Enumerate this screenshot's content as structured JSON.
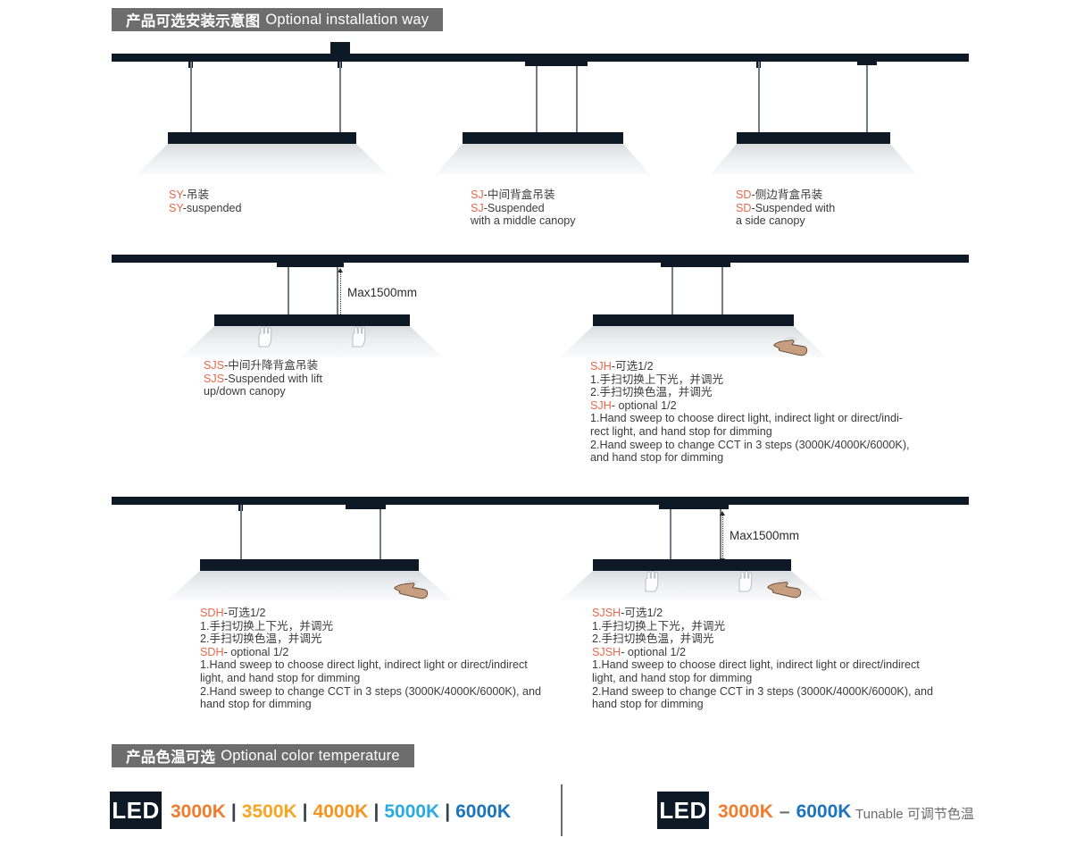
{
  "sections": {
    "install": {
      "cn": "产品可选安装示意图",
      "en": "Optional installation way"
    },
    "cct": {
      "cn": "产品色温可选",
      "en": "Optional color temperature"
    }
  },
  "dimension_label": "Max1500mm",
  "diagrams": [
    {
      "id": "sy",
      "code": "SY",
      "lines": [
        {
          "code": "SY",
          "text": "-吊装"
        },
        {
          "code": "SY",
          "text": "-suspended"
        }
      ]
    },
    {
      "id": "sj",
      "code": "SJ",
      "lines": [
        {
          "code": "SJ",
          "text": "-中间背盒吊装"
        },
        {
          "code": "SJ",
          "text": "-Suspended"
        },
        {
          "code": "",
          "text": "with a middle canopy"
        }
      ]
    },
    {
      "id": "sd",
      "code": "SD",
      "lines": [
        {
          "code": "SD",
          "text": "-侧边背盒吊装"
        },
        {
          "code": "SD",
          "text": "-Suspended with"
        },
        {
          "code": "",
          "text": "a side canopy"
        }
      ]
    },
    {
      "id": "sjs",
      "code": "SJS",
      "lines": [
        {
          "code": "SJS",
          "text": "-中间升降背盒吊装"
        },
        {
          "code": "SJS",
          "text": "-Suspended with lift"
        },
        {
          "code": "",
          "text": "up/down canopy"
        }
      ]
    },
    {
      "id": "sjh",
      "code": "SJH",
      "lines": [
        {
          "code": "SJH",
          "text": "-可选1/2"
        },
        {
          "code": "",
          "text": "1.手扫切换上下光，并调光"
        },
        {
          "code": "",
          "text": "2.手扫切换色温，并调光"
        },
        {
          "code": "SJH",
          "text": "- optional 1/2"
        },
        {
          "code": "",
          "text": "1.Hand sweep to choose direct light, indirect light or direct/indi-"
        },
        {
          "code": "",
          "text": "rect light, and hand stop for dimming"
        },
        {
          "code": "",
          "text": "2.Hand sweep to change CCT in 3 steps (3000K/4000K/6000K),"
        },
        {
          "code": "",
          "text": "and hand stop for dimming"
        }
      ]
    },
    {
      "id": "sdh",
      "code": "SDH",
      "lines": [
        {
          "code": "SDH",
          "text": "-可选1/2"
        },
        {
          "code": "",
          "text": "1.手扫切换上下光，并调光"
        },
        {
          "code": "",
          "text": "2.手扫切换色温，并调光"
        },
        {
          "code": "SDH",
          "text": "- optional 1/2"
        },
        {
          "code": "",
          "text": "1.Hand sweep to choose direct light, indirect light or direct/indirect"
        },
        {
          "code": "",
          "text": "light, and hand stop for dimming"
        },
        {
          "code": "",
          "text": "2.Hand sweep to change CCT in 3 steps (3000K/4000K/6000K), and"
        },
        {
          "code": "",
          "text": "hand stop for dimming"
        }
      ]
    },
    {
      "id": "sjsh",
      "code": "SJSH",
      "lines": [
        {
          "code": "SJSH",
          "text": "-可选1/2"
        },
        {
          "code": "",
          "text": "1.手扫切换上下光，并调光"
        },
        {
          "code": "",
          "text": "2.手扫切换色温，并调光"
        },
        {
          "code": "SJSH",
          "text": "- optional 1/2"
        },
        {
          "code": "",
          "text": "1.Hand sweep to choose direct light, indirect light or direct/indirect"
        },
        {
          "code": "",
          "text": "light, and hand stop for dimming"
        },
        {
          "code": "",
          "text": "2.Hand sweep to change CCT in 3 steps (3000K/4000K/6000K), and"
        },
        {
          "code": "",
          "text": "hand stop for dimming"
        }
      ]
    }
  ],
  "cct": {
    "badge_label": "LED",
    "separator": "|",
    "values": [
      {
        "label": "3000K",
        "color": "#F07C2C"
      },
      {
        "label": "3500K",
        "color": "#F6A623"
      },
      {
        "label": "4000K",
        "color": "#F7941E"
      },
      {
        "label": "5000K",
        "color": "#29ABE2"
      },
      {
        "label": "6000K",
        "color": "#1B74BC"
      }
    ],
    "range": {
      "from": {
        "label": "3000K",
        "color": "#F07C2C"
      },
      "dash": "–",
      "to": {
        "label": "6000K",
        "color": "#1B74BC"
      }
    },
    "tunable_note": "Tunable 可调节色温"
  },
  "colors": {
    "fixture": "#0d1a26",
    "bar": "#6d6d6d",
    "accent": "#e8694a"
  }
}
